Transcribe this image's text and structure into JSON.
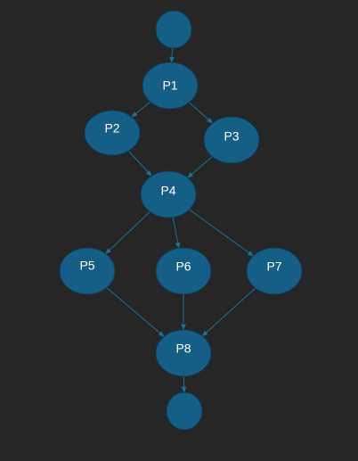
{
  "colors": {
    "background": "#262626",
    "node_fill": "#155f87",
    "node_stroke": "#0d3d59",
    "edge": "#1e6e9a",
    "label": "#ffffff"
  },
  "nodes": [
    {
      "id": "start",
      "label": ""
    },
    {
      "id": "p1",
      "label": "P1"
    },
    {
      "id": "p2",
      "label": "P2"
    },
    {
      "id": "p3",
      "label": "P3"
    },
    {
      "id": "p4",
      "label": "P4"
    },
    {
      "id": "p5",
      "label": "P5"
    },
    {
      "id": "p6",
      "label": "P6"
    },
    {
      "id": "p7",
      "label": "P7"
    },
    {
      "id": "p8",
      "label": "P8"
    },
    {
      "id": "end",
      "label": ""
    }
  ],
  "edges": [
    {
      "from": "start",
      "to": "p1"
    },
    {
      "from": "p1",
      "to": "p2"
    },
    {
      "from": "p1",
      "to": "p3"
    },
    {
      "from": "p2",
      "to": "p4"
    },
    {
      "from": "p3",
      "to": "p4"
    },
    {
      "from": "p4",
      "to": "p5"
    },
    {
      "from": "p4",
      "to": "p6"
    },
    {
      "from": "p4",
      "to": "p7"
    },
    {
      "from": "p5",
      "to": "p8"
    },
    {
      "from": "p6",
      "to": "p8"
    },
    {
      "from": "p7",
      "to": "p8"
    },
    {
      "from": "p8",
      "to": "end"
    }
  ]
}
